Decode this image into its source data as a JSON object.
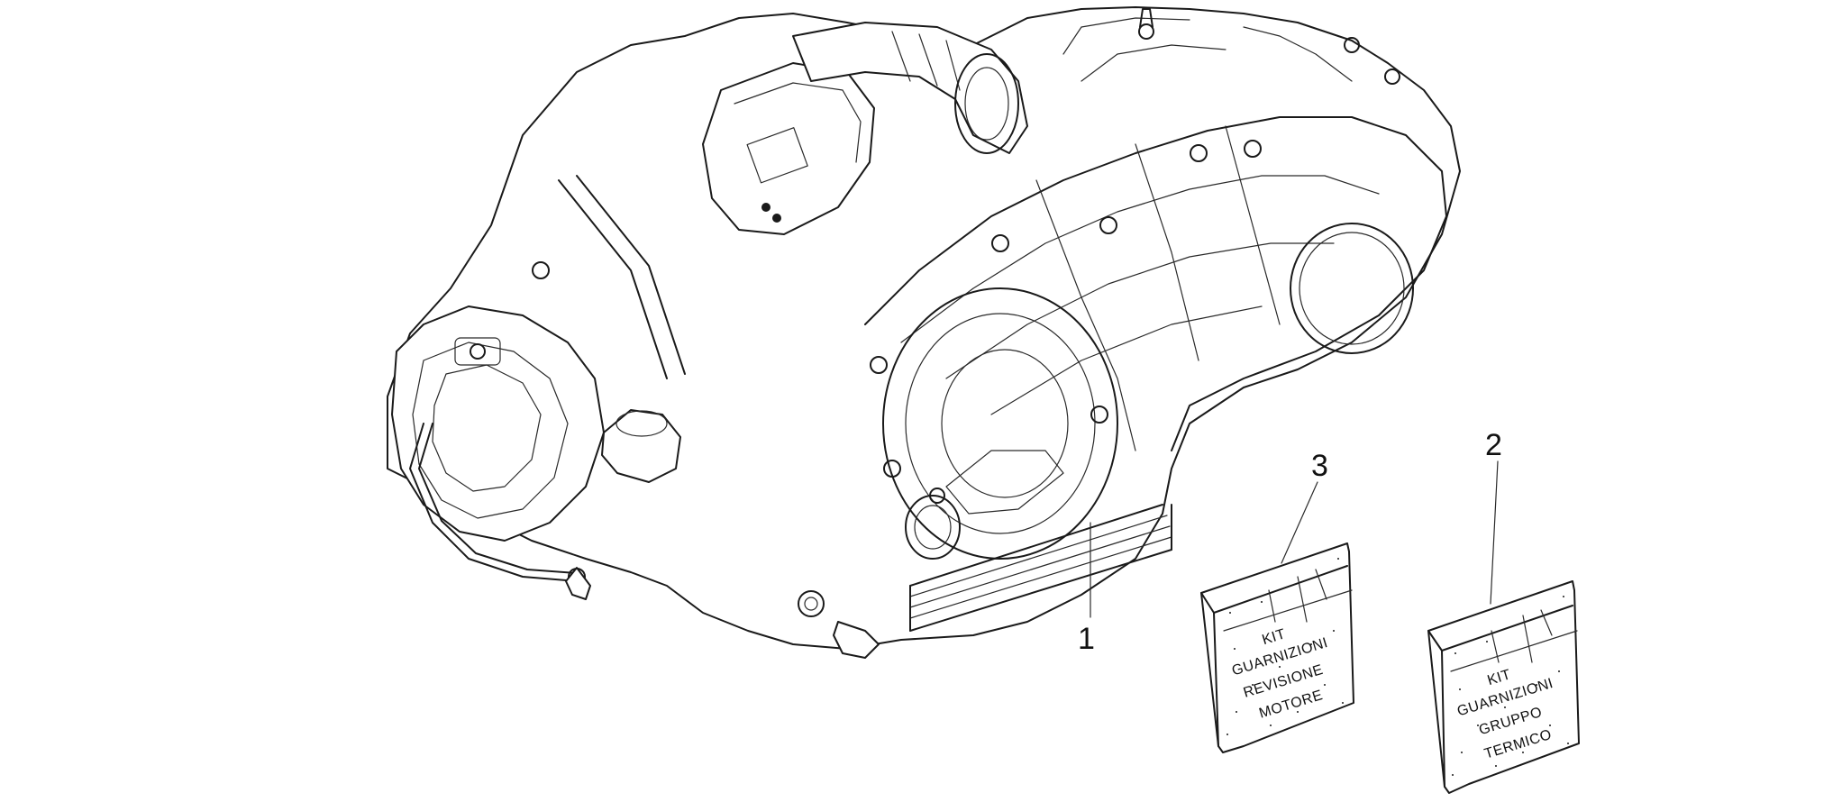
{
  "callouts": [
    {
      "id": "1",
      "label": "1"
    },
    {
      "id": "2",
      "label": "2"
    },
    {
      "id": "3",
      "label": "3"
    }
  ],
  "kits": {
    "revisione": {
      "line1": "KIT",
      "line2": "GUARNIZIONI",
      "line3": "REVISIONE",
      "line4": "MOTORE"
    },
    "gruppo": {
      "line1": "KIT",
      "line2": "GUARNIZIONI",
      "line3": "GRUPPO",
      "line4": "TERMICO"
    }
  },
  "colors": {
    "line": "#1a1a1a",
    "background": "#ffffff"
  }
}
